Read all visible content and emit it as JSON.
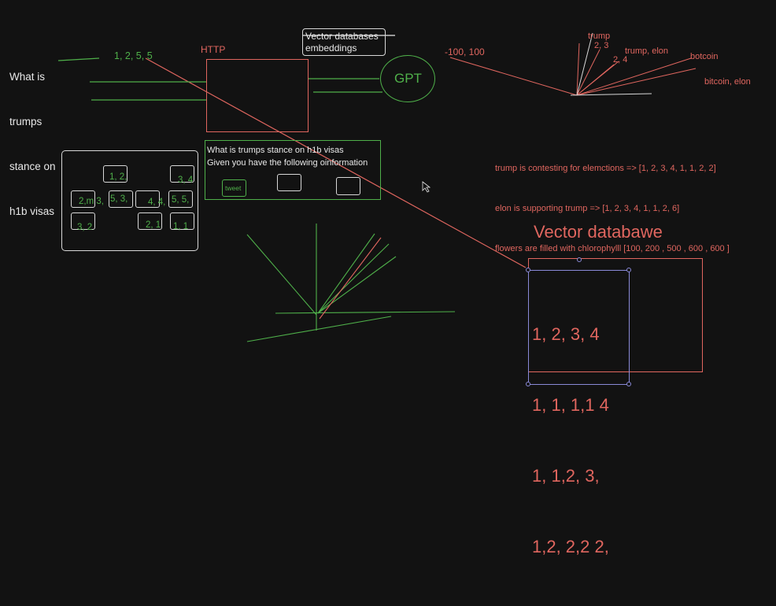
{
  "question": {
    "line1": "What is",
    "line2": "trumps",
    "line3": "stance on",
    "line4": "h1b visas"
  },
  "embedding_label": "1, 2, 5, 5",
  "http_label": "HTTP",
  "vector_db_box": {
    "line1": "Vector databases",
    "line2": "embeddings"
  },
  "gpt_label": "GPT",
  "prompt_box": {
    "line1": "What is trumps stance on h1b visas",
    "line2": "Given you have the following oinformation",
    "tweet_button": "tweet"
  },
  "grid_cells": [
    "1, 2,",
    "3, 4",
    "2,m 3,",
    "5, 3,",
    "4, 4,",
    "5, 5,",
    "3, 2",
    "2, 1",
    "1, 1"
  ],
  "vector_plot": {
    "origin_label": "-100, 100",
    "labels": [
      "trump",
      "2, 3",
      "2, 4",
      "trump, elon",
      "botcoin",
      "bitcoin, elon"
    ]
  },
  "sentences": [
    "trump is contesting for elemctions => [1, 2, 3, 4, 1, 1, 2, 2]",
    "elon is supporting trump => [1, 2, 3, 4, 1, 1, 2, 6]",
    "flowers are filled with chlorophylll [100, 200 , 500 , 600 , 600 ]"
  ],
  "vector_database": {
    "title": "Vector databawe",
    "rows": [
      "1, 2, 3, 4",
      "1, 1, 1,1 4",
      "1, 1,2, 3,",
      "1,2, 2,2 2,"
    ]
  },
  "colors": {
    "background": "#121212",
    "white_ink": "#e8e8e8",
    "green_ink": "#4fb04a",
    "red_ink": "#e0665f"
  }
}
